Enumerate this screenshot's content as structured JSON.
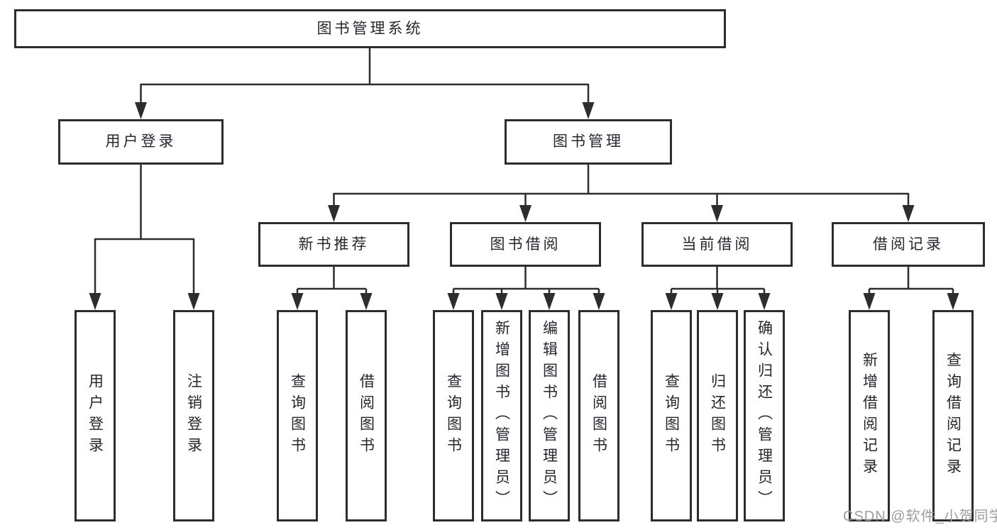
{
  "diagram": {
    "root": "图书管理系统",
    "level2": [
      "用户登录",
      "图书管理"
    ],
    "level3": [
      "新书推荐",
      "图书借阅",
      "当前借阅",
      "借阅记录"
    ],
    "leaves": {
      "user_login": [
        "用户登录",
        "注销登录"
      ],
      "new_book": [
        "查询图书",
        "借阅图书"
      ],
      "book_borrow": [
        "查询图书",
        "新增图书（管理员）",
        "编辑图书（管理员）",
        "借阅图书"
      ],
      "current_borrow": [
        "查询图书",
        "归还图书",
        "确认归还（管理员）"
      ],
      "borrow_record": [
        "新增借阅记录",
        "查询借阅记录"
      ]
    }
  },
  "watermark": "CSDN @软件_小贺同学",
  "colors": {
    "line": "#2d2d2d",
    "text": "#24272c",
    "background": "#ffffff",
    "watermark": "#9e9e9e"
  }
}
